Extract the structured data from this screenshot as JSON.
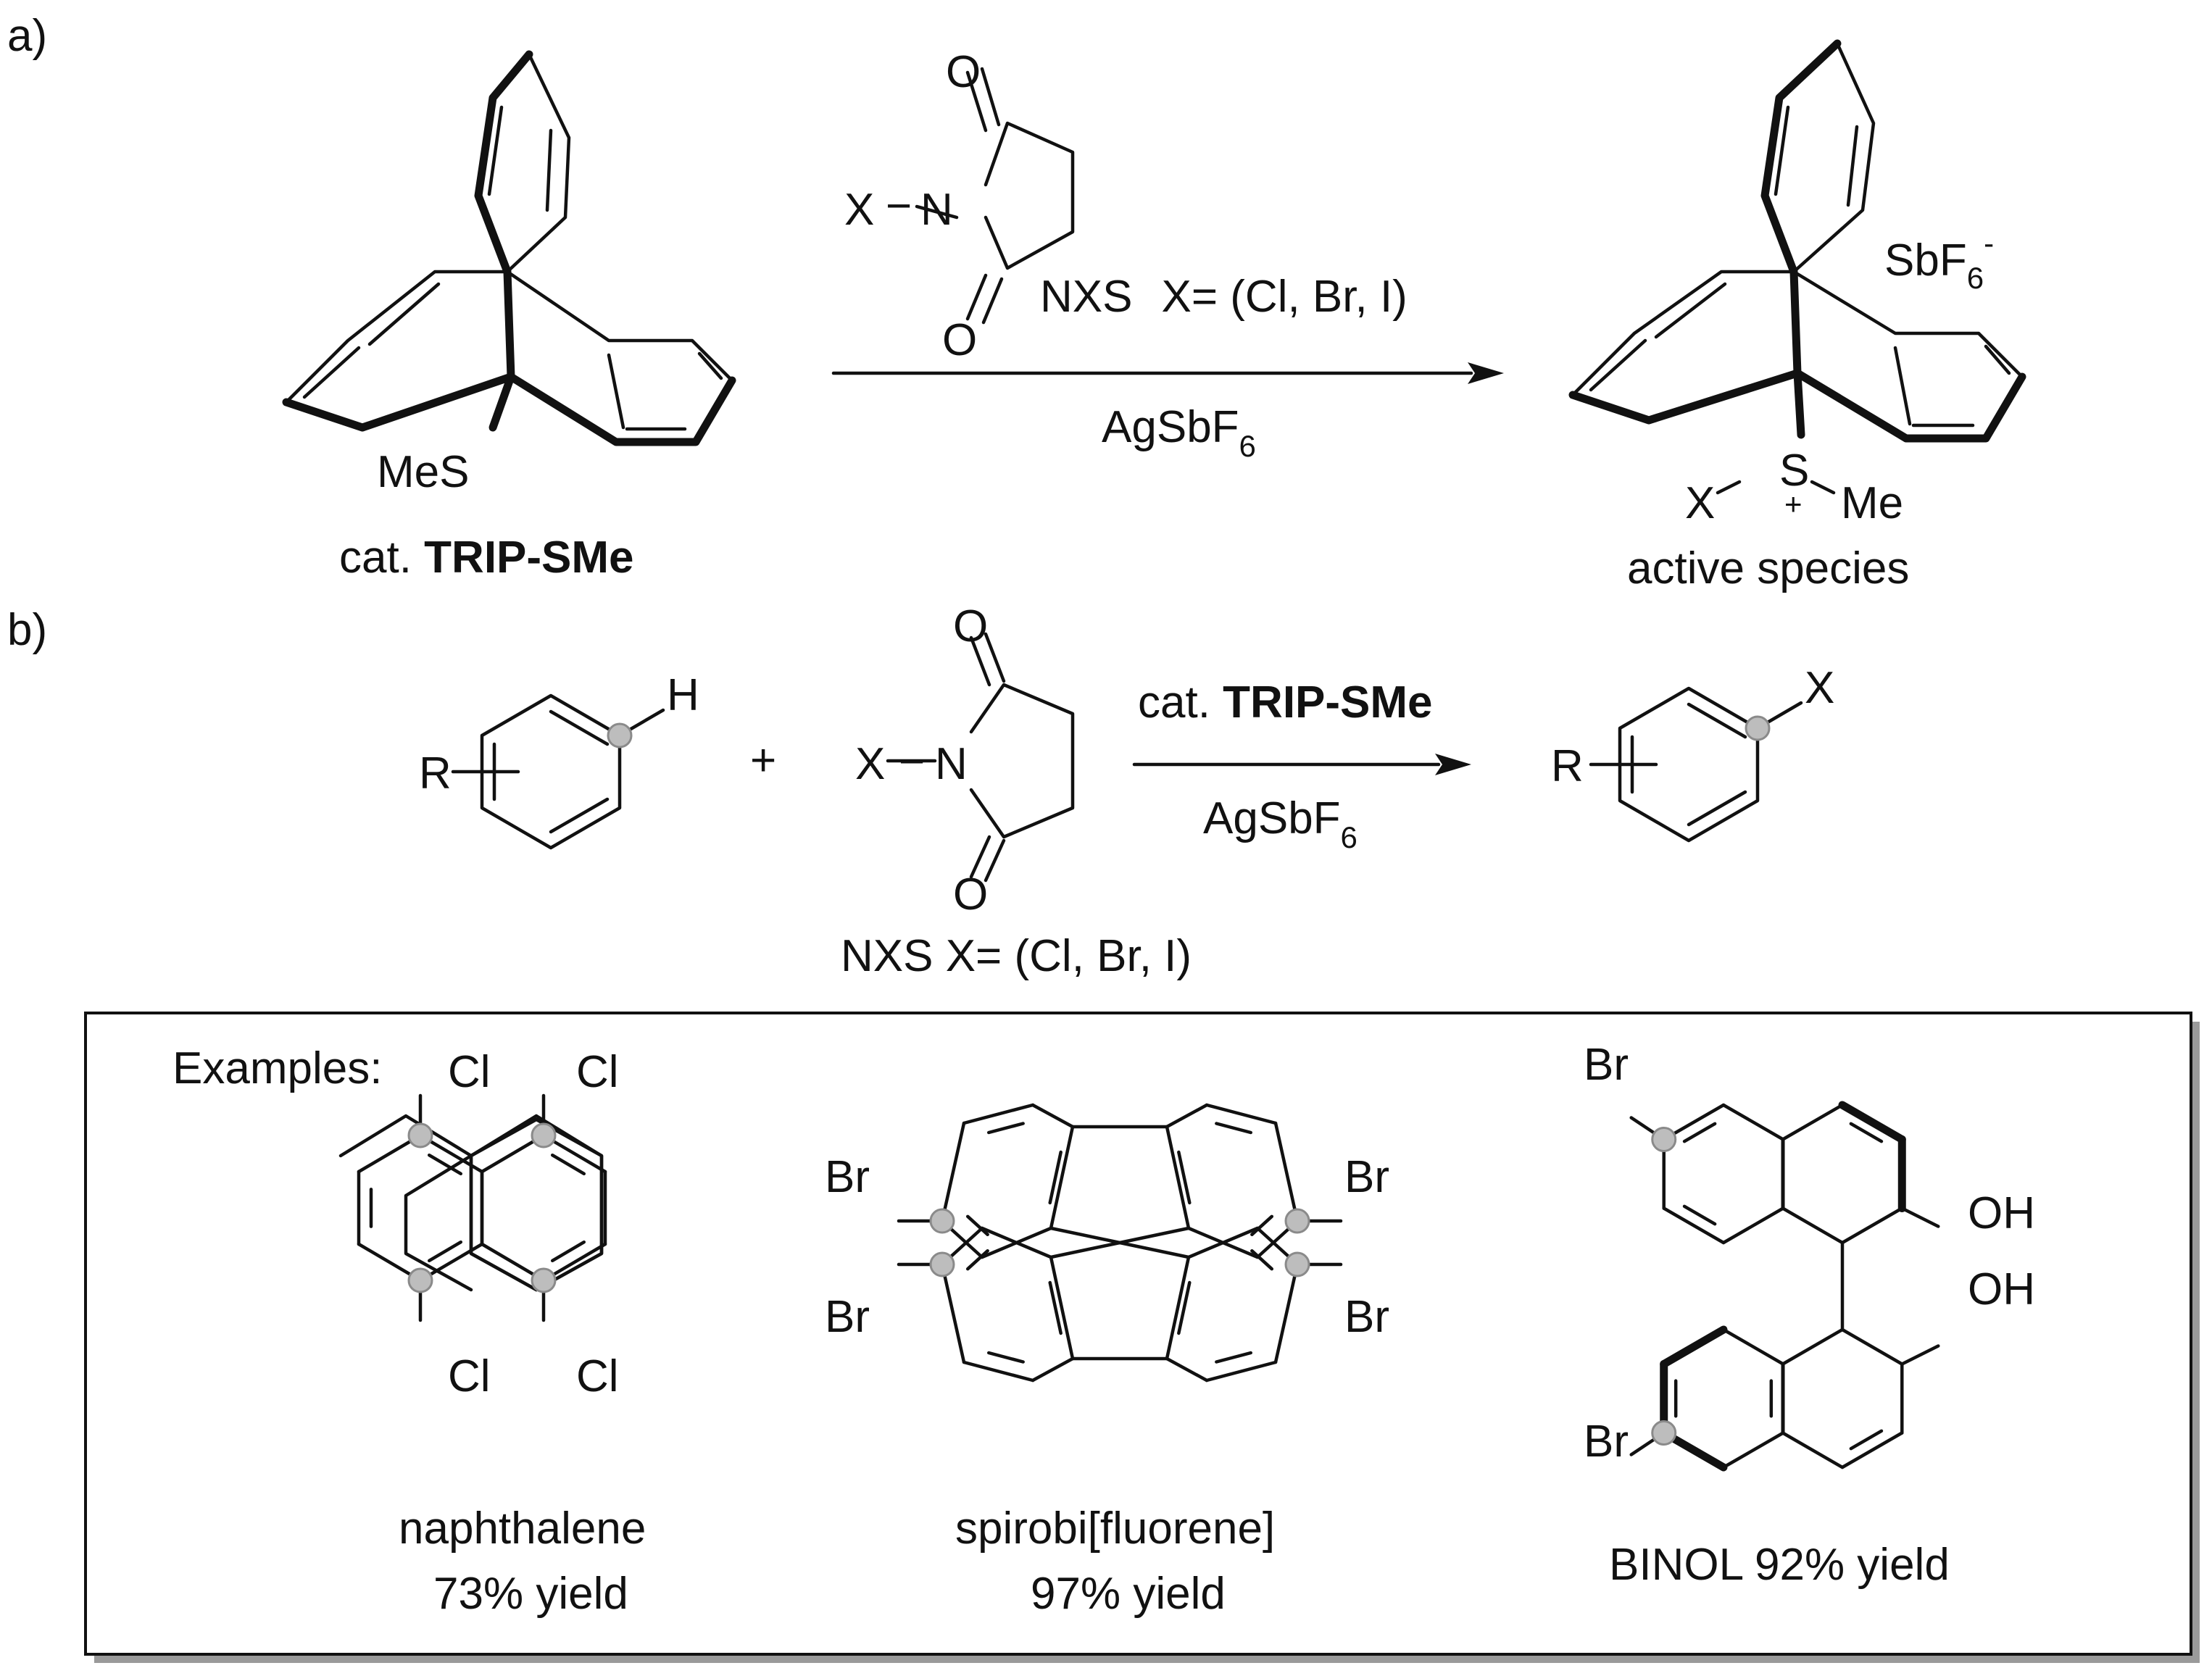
{
  "panel_a": {
    "label": "a)",
    "catalyst_group": "MeS",
    "catalyst_prefix": "cat.",
    "catalyst_name": "TRIP-SMe",
    "reagent_x": "X",
    "reagent_n": "N",
    "reagent_o": "O",
    "reagent_name": "NXS",
    "reagent_x_def": "X= (Cl, Br, I)",
    "additive": "AgSbF",
    "additive_sub": "6",
    "counterion": "SbF",
    "counterion_sub": "6",
    "counterion_sup": "-",
    "species_x": "X",
    "species_s": "S",
    "species_charge": "+",
    "species_me": "Me",
    "species_label": "active species"
  },
  "panel_b": {
    "label": "b)",
    "substrate_r": "R",
    "substrate_h": "H",
    "plus": "+",
    "reagent_x": "X",
    "reagent_n": "N",
    "reagent_o": "O",
    "reagent_caption": "NXS  X= (Cl, Br, I)",
    "catalyst_prefix": "cat.",
    "catalyst_name": "TRIP-SMe",
    "additive": "AgSbF",
    "additive_sub": "6",
    "product_r": "R",
    "product_x": "X"
  },
  "examples": {
    "heading": "Examples:",
    "naphthalene": {
      "name": "naphthalene",
      "yield": "73% yield",
      "halogen": "Cl"
    },
    "spirobifluorene": {
      "name": "spirobi[fluorene]",
      "yield": "97% yield",
      "halogen": "Br"
    },
    "binol": {
      "label": "BINOL 92% yield",
      "halogen": "Br",
      "oh": "OH"
    }
  },
  "colors": {
    "ink": "#111111",
    "site_marker": "#bdbdbd",
    "box_shadow": "#9a9a9a"
  }
}
